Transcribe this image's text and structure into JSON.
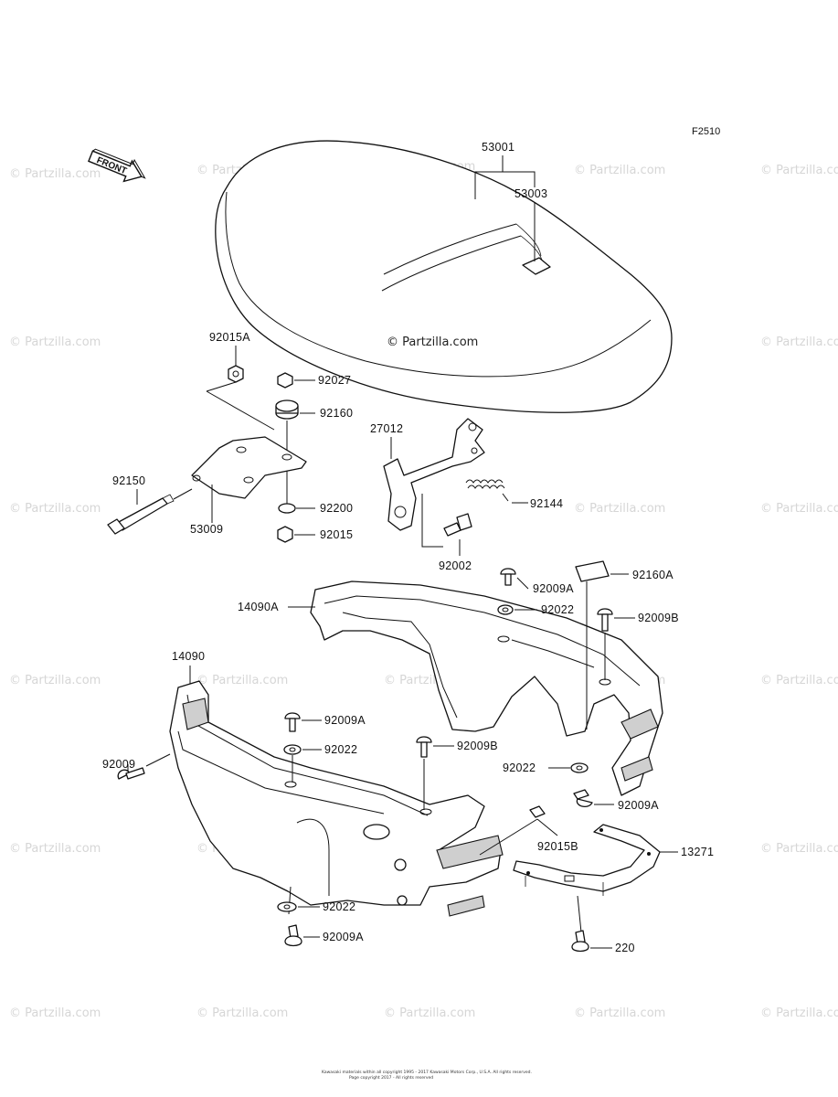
{
  "diagram_code": "F2510",
  "front_arrow_label": "FRONT",
  "watermark_text": "© Partzilla.com",
  "center_watermark_text": "© Partzilla.com",
  "copyright_line1": "Kawasaki materials within all copyright 1995 - 2017 Kawasaki Motors Corp., U.S.A. All rights reserved.",
  "copyright_line2": "Page copyright 2017 - All rights reserved",
  "parts": {
    "p53001": "53001",
    "p53003": "53003",
    "p92015A": "92015A",
    "p92027": "92027",
    "p92160": "92160",
    "p27012": "27012",
    "p92150": "92150",
    "p92200": "92200",
    "p92144": "92144",
    "p53009": "53009",
    "p92015": "92015",
    "p92002": "92002",
    "p92160A": "92160A",
    "p92009A_top": "92009A",
    "p14090A": "14090A",
    "p92022_top": "92022",
    "p92009B_right": "92009B",
    "p14090": "14090",
    "p92009A_mid": "92009A",
    "p92009": "92009",
    "p92022_mid": "92022",
    "p92009B_mid": "92009B",
    "p92022_right": "92022",
    "p92009A_right": "92009A",
    "p92015B": "92015B",
    "p13271": "13271",
    "p92022_bottom": "92022",
    "p92009A_bottom": "92009A",
    "p220": "220"
  }
}
